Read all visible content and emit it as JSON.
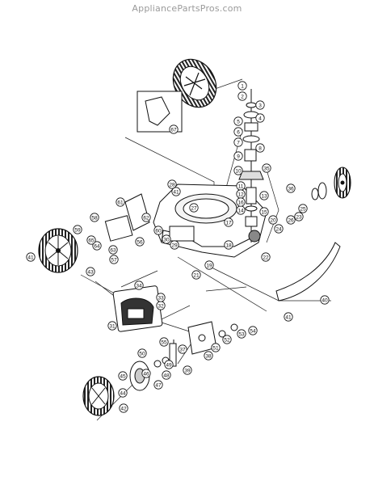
{
  "watermark": "AppliancePartsPros.com",
  "callouts": [
    "1",
    "2",
    "3",
    "4",
    "5",
    "6",
    "7",
    "8",
    "9",
    "10",
    "11",
    "12",
    "13",
    "14",
    "15",
    "16",
    "17",
    "18",
    "19",
    "20",
    "21",
    "22",
    "23",
    "24",
    "25",
    "26",
    "27",
    "28",
    "29",
    "30",
    "31",
    "32",
    "33",
    "34",
    "35",
    "36",
    "37",
    "38",
    "39",
    "40",
    "41",
    "42",
    "43",
    "44",
    "45",
    "46",
    "47",
    "48",
    "49",
    "50",
    "51",
    "52",
    "53",
    "54",
    "55",
    "56",
    "57",
    "58",
    "59",
    "60",
    "61",
    "62",
    "63",
    "64",
    "65",
    "67"
  ],
  "colors": {
    "ink": "#111111",
    "paper": "#ffffff",
    "tread": "#222222",
    "watermark": "#9a9a9a"
  }
}
